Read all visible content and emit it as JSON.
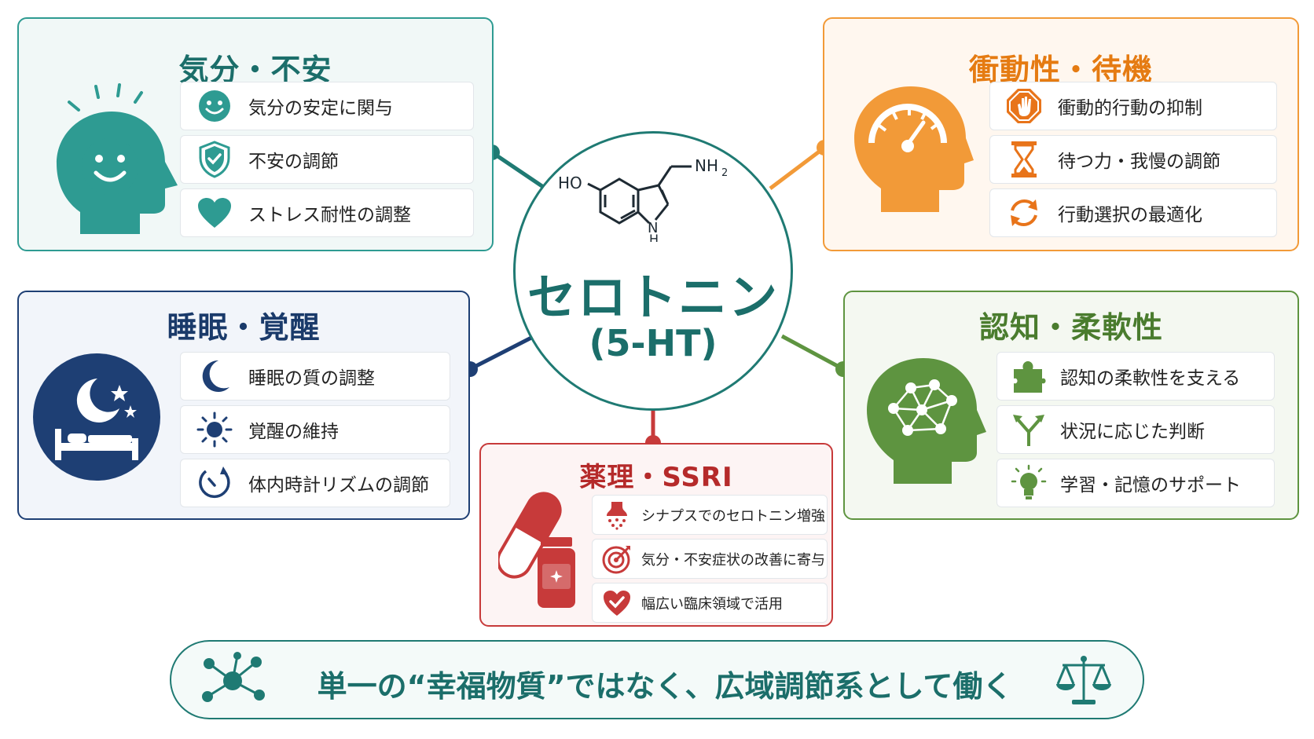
{
  "center": {
    "name": "セロトニン",
    "abbr": "(5-HT)",
    "molecule_labels": {
      "ho": "HO",
      "nh2": "NH",
      "nh2_sub": "2",
      "nh": "H",
      "n": "N"
    }
  },
  "mood": {
    "title": "気分・不安",
    "items": [
      {
        "label": "気分の安定に関与",
        "icon": "smile-icon"
      },
      {
        "label": "不安の調節",
        "icon": "shield-check-icon"
      },
      {
        "label": "ストレス耐性の調整",
        "icon": "heart-icon"
      }
    ]
  },
  "impulse": {
    "title": "衝動性・待機",
    "items": [
      {
        "label": "衝動的行動の抑制",
        "icon": "stop-hand-icon"
      },
      {
        "label": "待つ力・我慢の調節",
        "icon": "hourglass-icon"
      },
      {
        "label": "行動選択の最適化",
        "icon": "cycle-icon"
      }
    ]
  },
  "sleep": {
    "title": "睡眠・覚醒",
    "items": [
      {
        "label": "睡眠の質の調整",
        "icon": "moon-icon"
      },
      {
        "label": "覚醒の維持",
        "icon": "sun-icon"
      },
      {
        "label": "体内時計リズムの調節",
        "icon": "clock-icon"
      }
    ]
  },
  "cognition": {
    "title": "認知・柔軟性",
    "items": [
      {
        "label": "認知の柔軟性を支える",
        "icon": "puzzle-icon"
      },
      {
        "label": "状況に応じた判断",
        "icon": "fork-arrow-icon"
      },
      {
        "label": "学習・記憶のサポート",
        "icon": "lightbulb-icon"
      }
    ]
  },
  "pharm": {
    "title": "薬理・SSRI",
    "items": [
      {
        "label": "シナプスでのセロトニン増強",
        "icon": "synapse-icon"
      },
      {
        "label": "気分・不安症状の改善に寄与",
        "icon": "target-icon"
      },
      {
        "label": "幅広い臨床領域で活用",
        "icon": "heart-check-icon"
      }
    ]
  },
  "banner": {
    "text": "単一の“幸福物質”ではなく、広域調節系として働く"
  },
  "colors": {
    "teal": "#1f7a73",
    "orange": "#f29a38",
    "navy": "#1e3f74",
    "green": "#5e9440",
    "red": "#c73a3a"
  }
}
